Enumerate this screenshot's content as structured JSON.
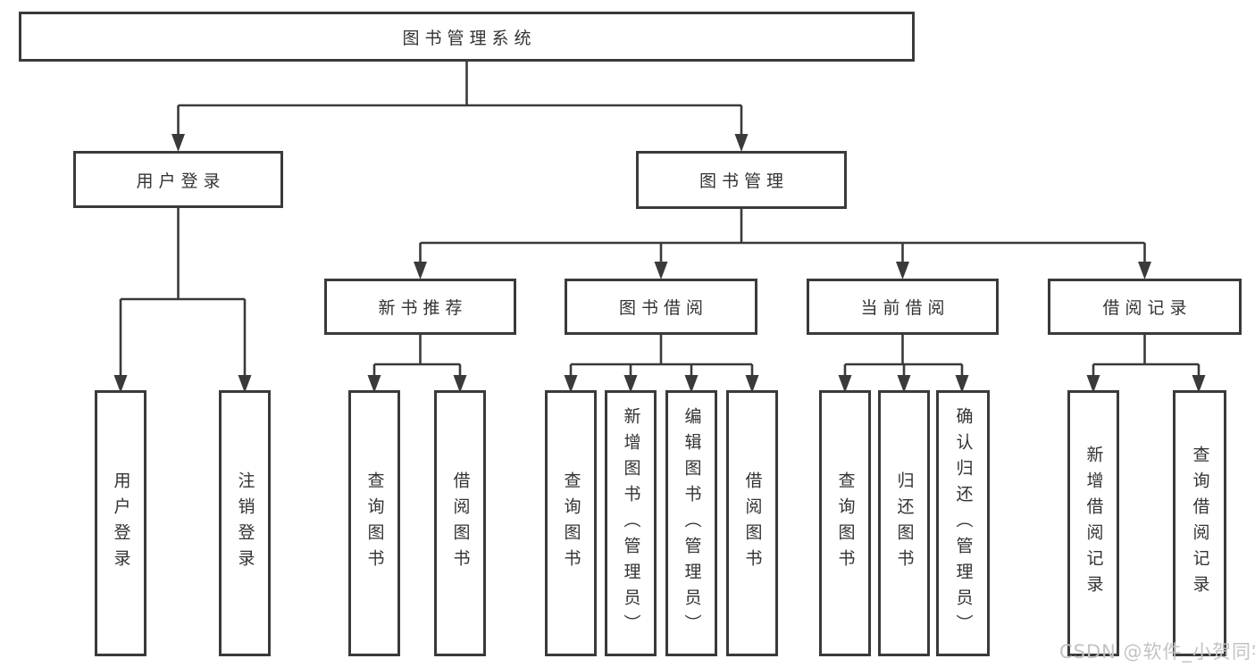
{
  "tree": {
    "root": {
      "label": "图书管理系统"
    },
    "branches": [
      {
        "label": "用户登录",
        "children": [
          "用户登录",
          "注销登录"
        ]
      },
      {
        "label": "图书管理",
        "groups": [
          {
            "label": "新书推荐",
            "children": [
              "查询图书",
              "借阅图书"
            ]
          },
          {
            "label": "图书借阅",
            "children": [
              "查询图书",
              "新增图书（管理员）",
              "编辑图书（管理员）",
              "借阅图书"
            ]
          },
          {
            "label": "当前借阅",
            "children": [
              "查询图书",
              "归还图书",
              "确认归还（管理员）"
            ]
          },
          {
            "label": "借阅记录",
            "children": [
              "新增借阅记录",
              "查询借阅记录"
            ]
          }
        ]
      }
    ]
  },
  "watermark": {
    "text": "CSDN @软件_小贺同学"
  },
  "colors": {
    "line": "#3a3a3a",
    "text": "#333333",
    "watermark": "#c3c3c3",
    "background": "#ffffff"
  }
}
